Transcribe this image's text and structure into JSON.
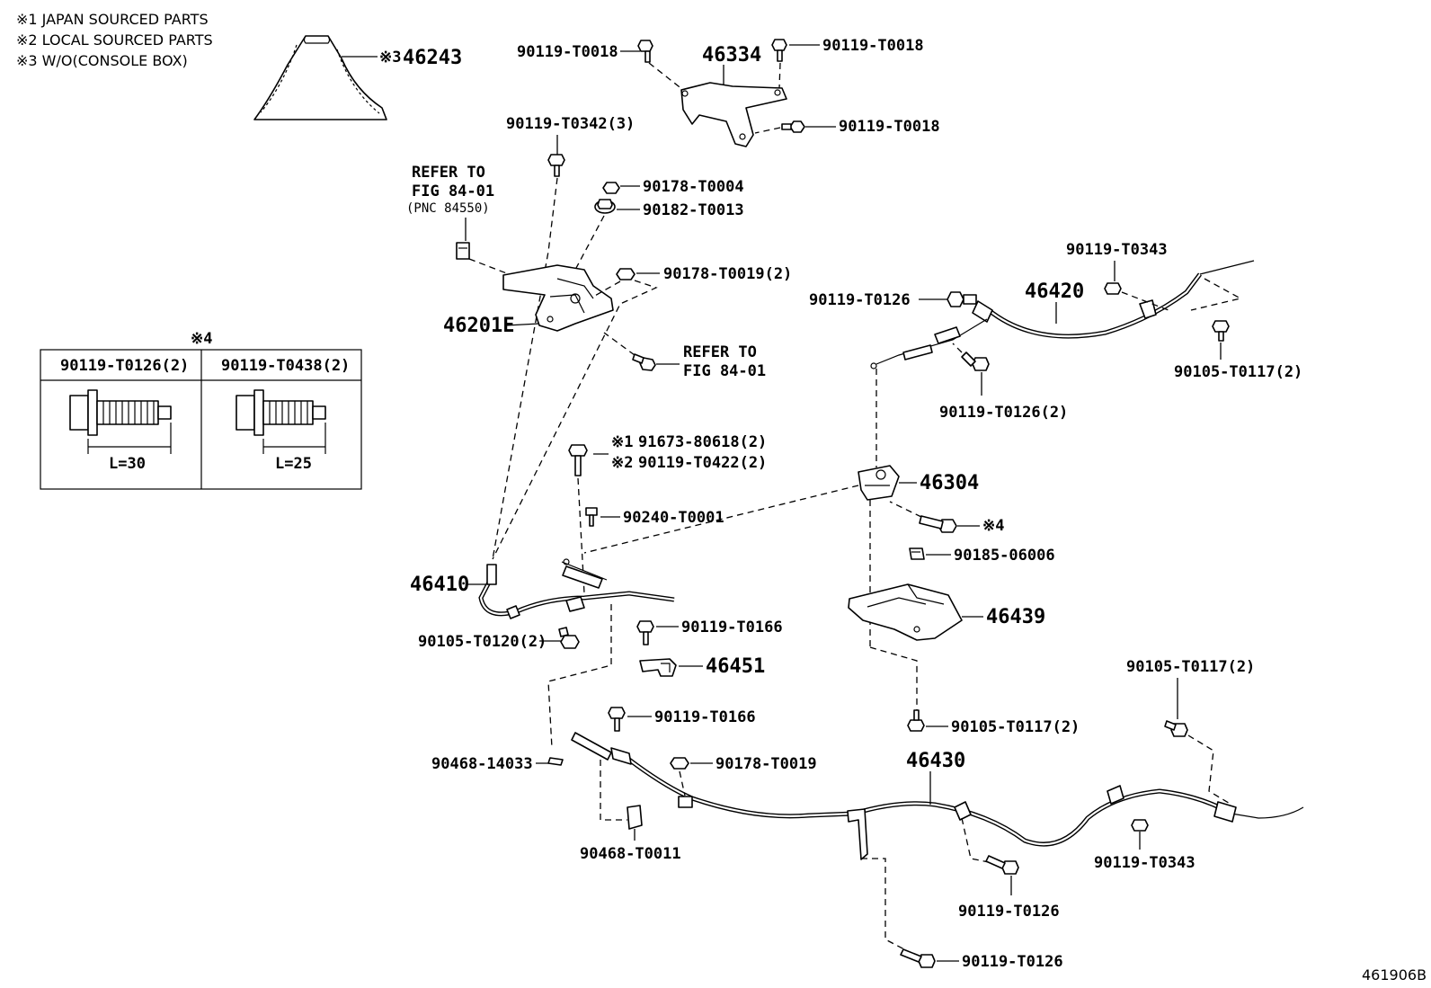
{
  "notes": {
    "n1": "※1 JAPAN SOURCED PARTS",
    "n2": "※2 LOCAL SOURCED PARTS",
    "n3": "※3 W/O(CONSOLE BOX)"
  },
  "fig_id": "461906B",
  "table": {
    "title": "※4",
    "col1": "90119-T0126(2)",
    "col2": "90119-T0438(2)",
    "len1": "L=30",
    "len2": "L=25"
  },
  "refs": {
    "refer1_a": "REFER TO",
    "refer1_b": "FIG 84-01",
    "refer1_c": "(PNC 84550)",
    "refer2_a": "REFER TO",
    "refer2_b": "FIG 84-01"
  },
  "labels": {
    "p46243": "46243",
    "p46243_mark": "※3",
    "p46334": "46334",
    "b_t0018_a": "90119-T0018",
    "b_t0018_b": "90119-T0018",
    "b_t0018_c": "90119-T0018",
    "b_t0342": "90119-T0342(3)",
    "n_t0004": "90178-T0004",
    "n_t0013": "90182-T0013",
    "n_t0019x2": "90178-T0019(2)",
    "p46201e": "46201E",
    "b_t0343_top": "90119-T0343",
    "p46420": "46420",
    "b_t0126_a": "90119-T0126",
    "n_t0117_a": "90105-T0117(2)",
    "b_t0126x2": "90119-T0126(2)",
    "mk1": "※1",
    "b_80618": "91673-80618(2)",
    "mk2": "※2",
    "b_t0422": "90119-T0422(2)",
    "p46304": "46304",
    "pin_t0001": "90240-T0001",
    "mk4": "※4",
    "n_06006": "90185-06006",
    "p46410": "46410",
    "p46439": "46439",
    "b_t0166_a": "90119-T0166",
    "n_t0120": "90105-T0120(2)",
    "p46451": "46451",
    "n_t0117_b": "90105-T0117(2)",
    "n_t0117_c": "90105-T0117(2)",
    "b_t0166_b": "90119-T0166",
    "clip_14033": "90468-14033",
    "n_t0019": "90178-T0019",
    "p46430": "46430",
    "clip_t0011": "90468-T0011",
    "b_t0343_bot": "90119-T0343",
    "b_t0126_b": "90119-T0126",
    "b_t0126_c": "90119-T0126"
  }
}
